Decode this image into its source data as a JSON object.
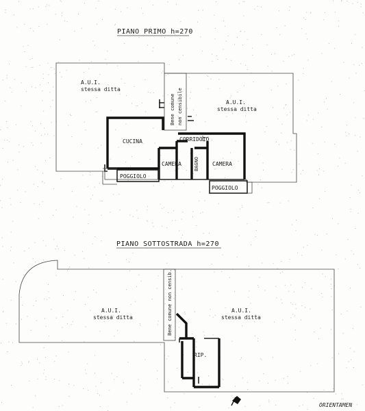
{
  "floor_primo": {
    "title": "PIANO  PRIMO  h=270",
    "aui_left": {
      "line1": "A.U.I.",
      "line2": "stessa ditta"
    },
    "aui_right": {
      "line1": "A.U.I.",
      "line2": "stessa ditta"
    },
    "bene_comune": {
      "line1": "Bene comune",
      "line2": "non censibile"
    },
    "cucina": "CUCINA",
    "corridoio": "CORRIDOIO",
    "camera_left": "CAMERA",
    "bagno": "BAGNO",
    "camera_right": "CAMERA",
    "poggiolo_left": "POGGIOLO",
    "poggiolo_right": "POGGIOLO"
  },
  "floor_sottostrada": {
    "title": "PIANO  SOTTOSTRADA  h=270",
    "aui_left": {
      "line1": "A.U.I.",
      "line2": "stessa ditta"
    },
    "aui_right": {
      "line1": "A.U.I.",
      "line2": "stessa ditta"
    },
    "bene_comune": "Bene comune non censib.",
    "rip": "RIP."
  },
  "orientamento": "ORIENTAMEN"
}
